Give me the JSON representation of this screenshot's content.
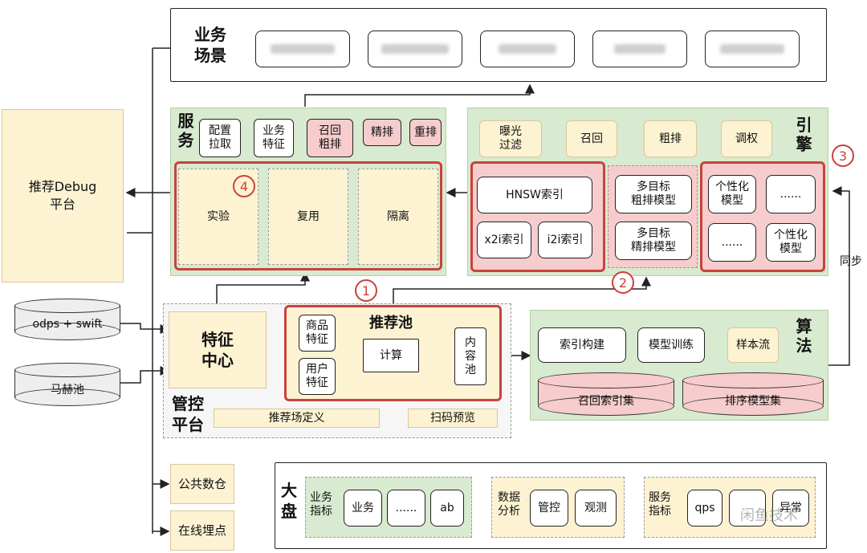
{
  "scene": {
    "title": "业务\n场景"
  },
  "debug": {
    "label": "推荐Debug\n平台"
  },
  "service": {
    "title": "服务",
    "steps": [
      "配置\n拉取",
      "业务\n特征",
      "召回\n粗排",
      "精排",
      "重排"
    ],
    "panels": [
      "实验",
      "复用",
      "隔离"
    ],
    "badge": "4"
  },
  "engine": {
    "title": "引擎",
    "steps": [
      "曝光\n过滤",
      "召回",
      "粗排",
      "调权"
    ],
    "hnsw": "HNSW索引",
    "x2i": "x2i索引",
    "i2i": "i2i索引",
    "multi_coarse": "多目标\n粗排模型",
    "multi_fine": "多目标\n精排模型",
    "pm1": "个性化\n模型",
    "dots1": "......",
    "dots2": "......",
    "pm2": "个性化\n模型",
    "badge2": "2",
    "badge3": "3",
    "sync": "同步"
  },
  "sources": {
    "odps": "odps + swift",
    "mahe": "马赫池"
  },
  "feature": {
    "title": "特征\n中心"
  },
  "pool": {
    "title": "推荐池",
    "badge": "1",
    "goods": "商品\n特征",
    "user": "用户\n特征",
    "calc": "计算",
    "content": "内\n容\n池"
  },
  "control": {
    "title": "管控\n平台",
    "define": "推荐场定义",
    "preview": "扫码预览"
  },
  "algo": {
    "title": "算法",
    "index_build": "索引构建",
    "train": "模型训练",
    "sample": "样本流",
    "recall_set": "召回索引集",
    "rank_set": "排序模型集"
  },
  "warehouse": {
    "label": "公共数仓"
  },
  "tracking": {
    "label": "在线埋点"
  },
  "dashboard": {
    "title": "大盘",
    "biz_label": "业务\n指标",
    "biz_items": [
      "业务",
      "......",
      "ab"
    ],
    "data_label": "数据\n分析",
    "data_items": [
      "管控",
      "观测"
    ],
    "svc_label": "服务\n指标",
    "svc_items": [
      "qps",
      "",
      "异常"
    ]
  },
  "watermark": "闲鱼技术"
}
